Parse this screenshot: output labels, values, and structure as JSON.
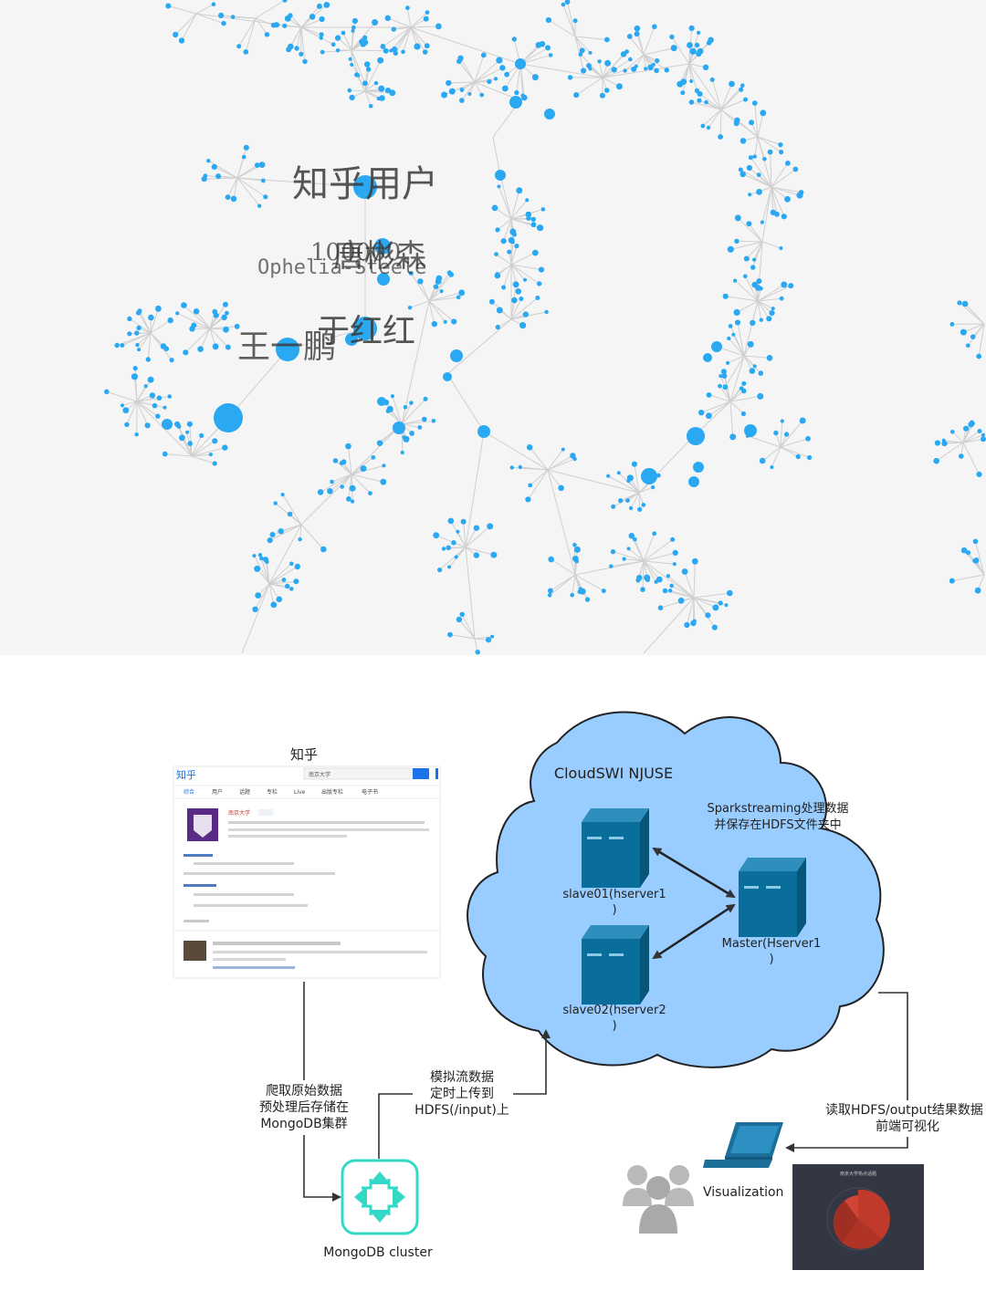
{
  "graph": {
    "labels": {
      "zhihu_user": "知乎用户",
      "tang_binsen": "唐彬森",
      "code_id": "100000",
      "ophelia": "Ophelia-Steele",
      "yu_honghong": "于红红",
      "wang_yipeng": "王一鹏"
    }
  },
  "diagram": {
    "zhihu_title": "知乎",
    "zhihu_screenshot": {
      "logo": "知乎",
      "search_value": "南京大学",
      "tabs": [
        "综合",
        "用户",
        "话题",
        "专栏",
        "Live",
        "出版专栏",
        "电子书"
      ],
      "school_name": "南京大学"
    },
    "cloud_title": "CloudSWI NJUSE",
    "spark_note_line1": "Sparkstreaming处理数据",
    "spark_note_line2": "并保存在HDFS文件夹中",
    "slave01_line1": "slave01(hserver1",
    "slave01_line2": ")",
    "slave02_line1": "slave02(hserver2",
    "slave02_line2": ")",
    "master_line1": "Master(Hserver1",
    "master_line2": ")",
    "crawl_line1": "爬取原始数据",
    "crawl_line2": "预处理后存储在",
    "crawl_line3": "MongoDB集群",
    "stream_line1": "模拟流数据",
    "stream_line2": "定时上传到",
    "stream_line3": "HDFS(/input)上",
    "read_line1": "读取HDFS/output结果数据",
    "read_line2": "前端可视化",
    "mongodb_label": "MongoDB cluster",
    "visualization_label": "Visualization",
    "chart_thumb_title": "南京大学热点话题"
  },
  "colors": {
    "node_blue": "#2aa9f2",
    "edge_gray": "#cfcfcf",
    "graph_bg": "#f5f5f6",
    "cloud_fill": "#99ccff",
    "server_fill": "#0a6e9c",
    "mongo_teal": "#34d8c6",
    "arrow": "#333333"
  }
}
